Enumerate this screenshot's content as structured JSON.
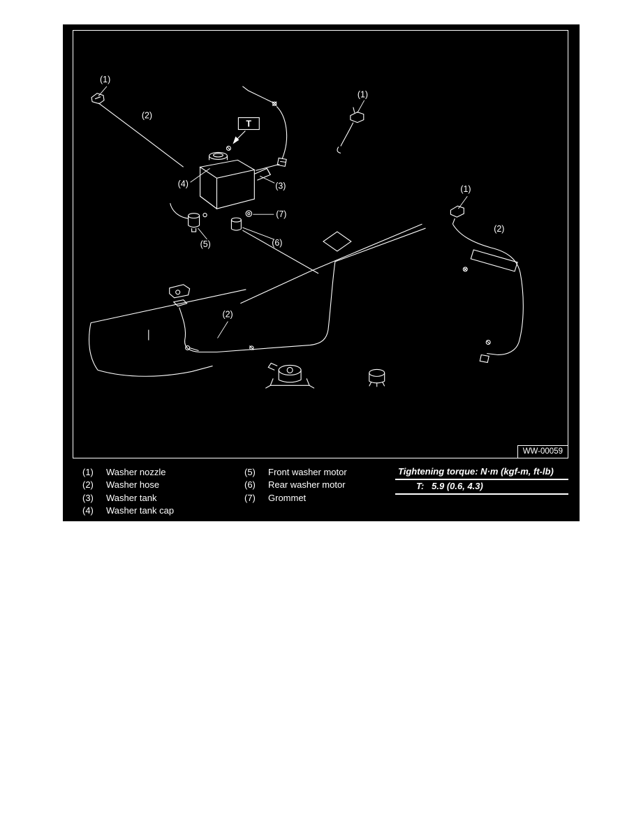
{
  "diagram": {
    "code": "WW-00059",
    "torque_symbol": "T",
    "callouts": {
      "front_left_nozzle": "(1)",
      "front_left_hose": "(2)",
      "washer_tank": "(3)",
      "washer_tank_cap": "(4)",
      "front_washer_motor": "(5)",
      "rear_washer_motor": "(6)",
      "grommet": "(7)",
      "front_right_nozzle": "(1)",
      "rear_hose": "(2)",
      "rear_nozzle": "(1)",
      "rear_right_hose": "(2)"
    }
  },
  "legend": {
    "col1": [
      {
        "num": "(1)",
        "label": "Washer nozzle"
      },
      {
        "num": "(2)",
        "label": "Washer hose"
      },
      {
        "num": "(3)",
        "label": "Washer tank"
      },
      {
        "num": "(4)",
        "label": "Washer tank cap"
      }
    ],
    "col2": [
      {
        "num": "(5)",
        "label": "Front washer motor"
      },
      {
        "num": "(6)",
        "label": "Rear washer motor"
      },
      {
        "num": "(7)",
        "label": "Grommet"
      }
    ]
  },
  "torque_box": {
    "line1": "Tightening torque: N·m (kgf-m, ft-lb)",
    "line2": "T:   5.9 (0.6, 4.3)"
  },
  "colors": {
    "page_bg": "#ffffff",
    "panel_bg": "#000000",
    "line": "#ffffff"
  }
}
